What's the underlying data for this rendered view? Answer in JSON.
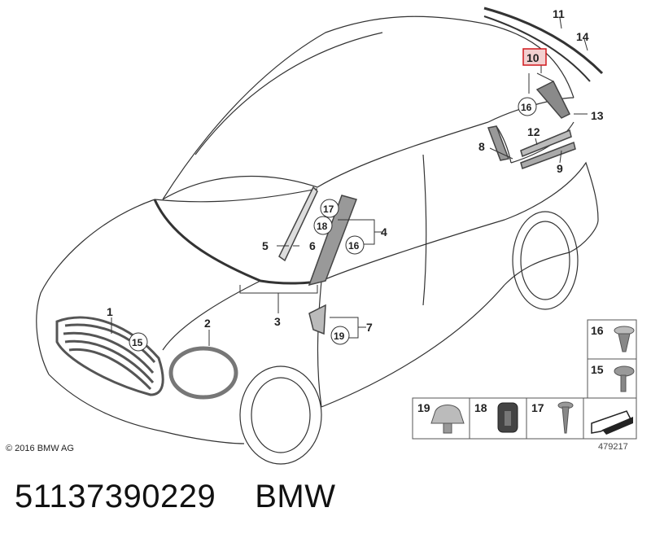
{
  "copyright": "© 2016 BMW AG",
  "diagram_ref": "479217",
  "part_number": "51137390229",
  "brand": "BMW",
  "callouts": [
    "1",
    "2",
    "3",
    "4",
    "5",
    "6",
    "7",
    "8",
    "9",
    "10",
    "11",
    "12",
    "13",
    "14"
  ],
  "circled_refs": [
    "15",
    "16",
    "17",
    "18",
    "19"
  ],
  "legend_parts": [
    "16",
    "15",
    "19",
    "18",
    "17"
  ],
  "colors": {
    "line": "#333333",
    "highlight_box": "#d0191d",
    "panel_border": "#555555",
    "part_fill": "#9a9a9a"
  }
}
